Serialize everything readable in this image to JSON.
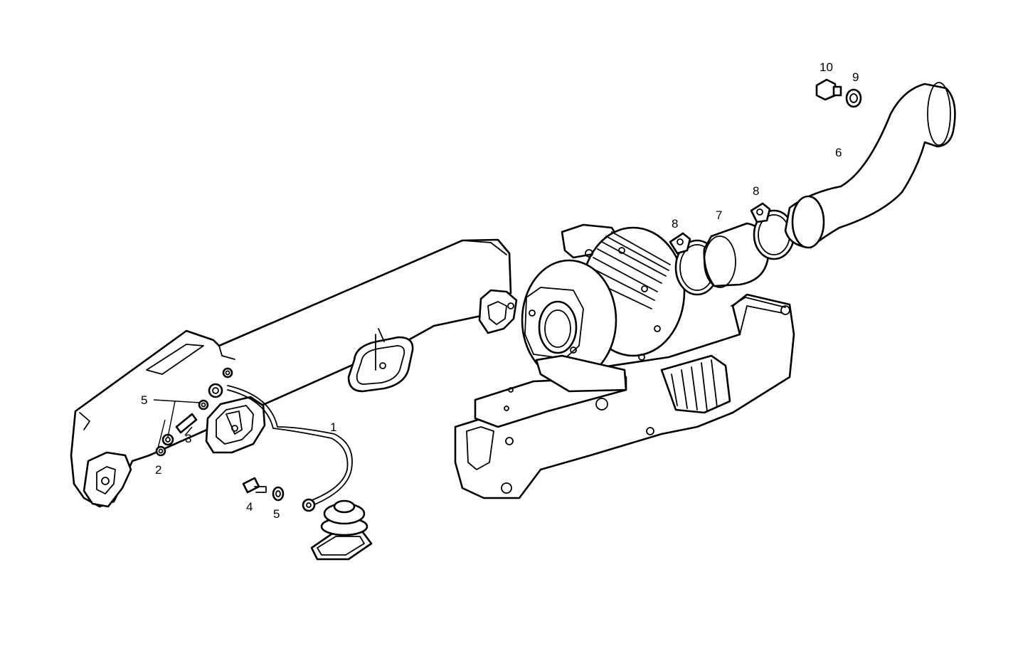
{
  "diagram": {
    "colors": {
      "line": "#000000",
      "background": "#ffffff"
    },
    "callouts": [
      {
        "id": "c1",
        "text": "1"
      },
      {
        "id": "c2",
        "text": "2"
      },
      {
        "id": "c3",
        "text": "3"
      },
      {
        "id": "c4",
        "text": "4"
      },
      {
        "id": "c5a",
        "text": "5"
      },
      {
        "id": "c5b",
        "text": "5"
      },
      {
        "id": "c6",
        "text": "6"
      },
      {
        "id": "c7",
        "text": "7"
      },
      {
        "id": "c8a",
        "text": "8"
      },
      {
        "id": "c8b",
        "text": "8"
      },
      {
        "id": "c9",
        "text": "9"
      },
      {
        "id": "c10",
        "text": "10"
      }
    ]
  }
}
